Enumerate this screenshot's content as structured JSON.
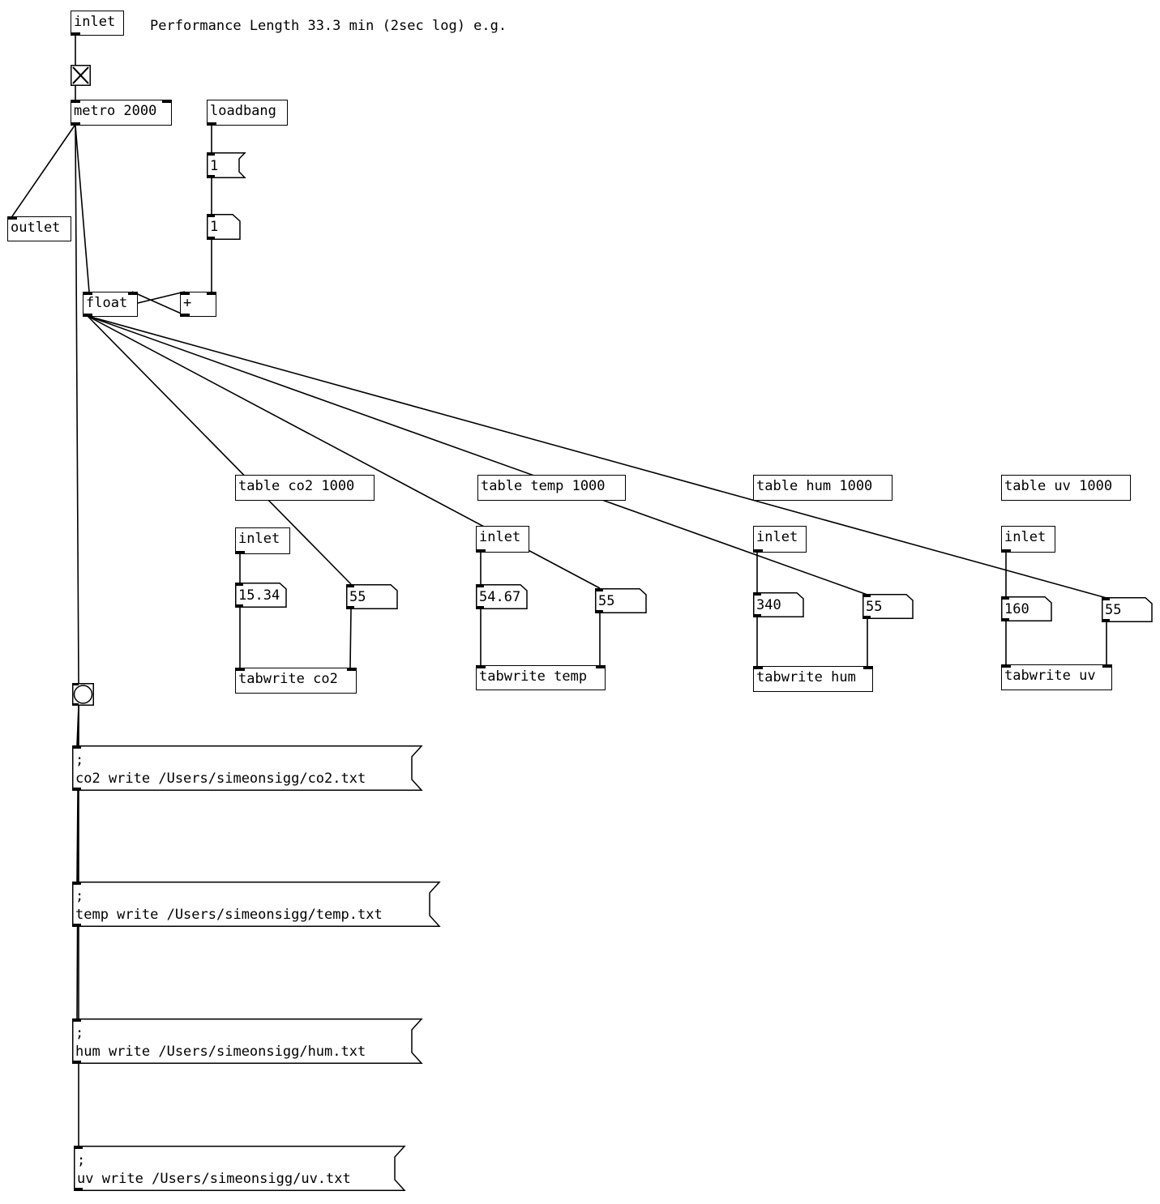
{
  "comment": "Performance Length 33.3 min (2sec log) e.g.",
  "objects": {
    "inlet_main": "inlet",
    "metro": "metro 2000",
    "loadbang": "loadbang",
    "outlet": "outlet",
    "float": "float",
    "plus": "+",
    "table_co2": "table co2 1000",
    "table_temp": "table temp 1000",
    "table_hum": "table hum 1000",
    "table_uv": "table uv 1000",
    "inlet_co2": "inlet",
    "inlet_temp": "inlet",
    "inlet_hum": "inlet",
    "inlet_uv": "inlet",
    "tabwrite_co2": "tabwrite co2",
    "tabwrite_temp": "tabwrite temp",
    "tabwrite_hum": "tabwrite hum",
    "tabwrite_uv": "tabwrite uv"
  },
  "numbers": {
    "counter": "1",
    "co2_value": "15.34",
    "co2_index": "55",
    "temp_value": "54.67",
    "temp_index": "55",
    "hum_value": "340",
    "hum_index": "55",
    "uv_value": "160",
    "uv_index": "55"
  },
  "messages": {
    "increment": "1",
    "co2_write_l1": ";",
    "co2_write_l2": "co2 write /Users/simeonsigg/co2.txt",
    "temp_write_l1": ";",
    "temp_write_l2": "temp write /Users/simeonsigg/temp.txt",
    "hum_write_l1": ";",
    "hum_write_l2": "hum write /Users/simeonsigg/hum.txt",
    "uv_write_l1": ";",
    "uv_write_l2": "uv write /Users/simeonsigg/uv.txt"
  },
  "toggle": {
    "state": "on"
  },
  "bang": {
    "state": "off"
  }
}
